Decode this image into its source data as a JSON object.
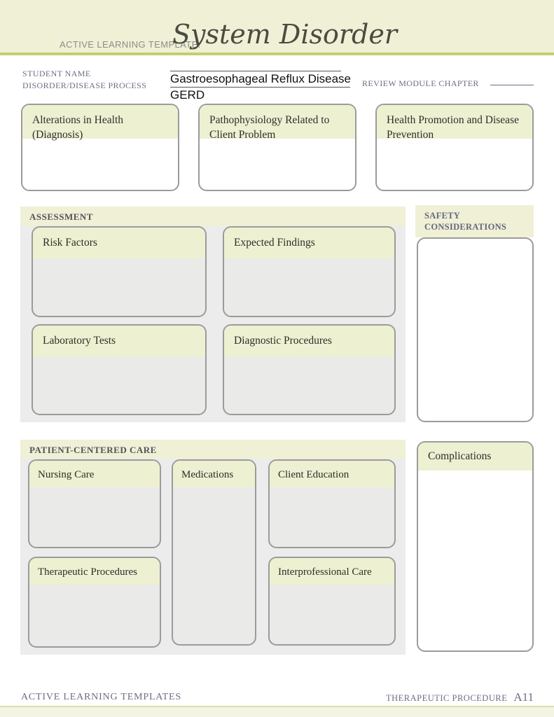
{
  "header": {
    "eyebrow": "ACTIVE LEARNING TEMPLATE:",
    "title": "System Disorder"
  },
  "meta": {
    "student_name_label": "STUDENT NAME",
    "disorder_label": "DISORDER/DISEASE PROCESS",
    "review_label": "REVIEW MODULE CHAPTER",
    "disorder_value": "Gastroesophageal Reflux Disease",
    "disorder_value_overflow": "GERD"
  },
  "top_boxes": [
    {
      "label": "Alterations in Health (Diagnosis)"
    },
    {
      "label": "Pathophysiology Related to Client Problem"
    },
    {
      "label": "Health Promotion and Disease Prevention"
    }
  ],
  "assessment": {
    "title": "ASSESSMENT",
    "boxes": [
      {
        "label": "Risk Factors"
      },
      {
        "label": "Expected Findings"
      },
      {
        "label": "Laboratory Tests"
      },
      {
        "label": "Diagnostic Procedures"
      }
    ]
  },
  "safety": {
    "title": "SAFETY CONSIDERATIONS"
  },
  "patient_care": {
    "title": "PATIENT-CENTERED CARE",
    "boxes": [
      {
        "label": "Nursing Care"
      },
      {
        "label": "Medications"
      },
      {
        "label": "Client Education"
      },
      {
        "label": "Therapeutic Procedures"
      },
      {
        "label": "Interprofessional Care"
      }
    ]
  },
  "complications": {
    "label": "Complications"
  },
  "footer": {
    "left": "ACTIVE LEARNING TEMPLATES",
    "right_label": "THERAPEUTIC PROCEDURE",
    "page": "A11"
  },
  "colors": {
    "header_band": "#eff0d5",
    "box_header": "#eef0d2",
    "accent_rule": "#c5cc70",
    "box_border": "#9b9b9b",
    "panel_gray": "#ececec",
    "label_purple": "#6e6e85",
    "title_ink": "#4b4b41"
  }
}
